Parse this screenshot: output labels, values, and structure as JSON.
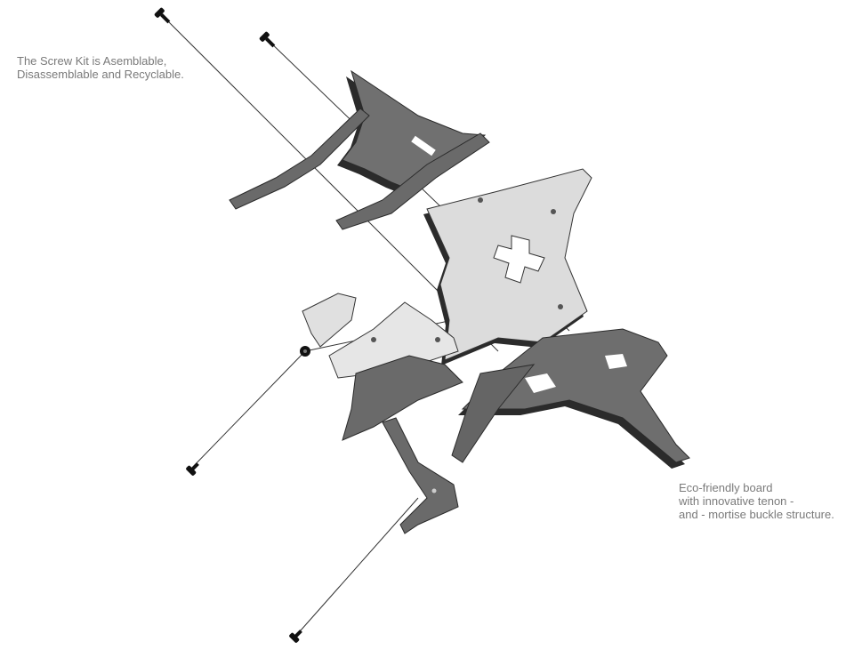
{
  "captions": {
    "screw_kit": [
      "The Screw Kit is Asemblable,",
      "Disassemblable and Recyclable."
    ],
    "board": [
      "Eco-friendly board",
      "with innovative tenon -",
      "and - mortise buckle structure."
    ]
  },
  "colors": {
    "dark_part": "#6e6e6e",
    "dark_edge": "#2b2b2b",
    "light_part": "#dcdcdc",
    "text": "#7a7a7a",
    "screw": "#111111"
  }
}
